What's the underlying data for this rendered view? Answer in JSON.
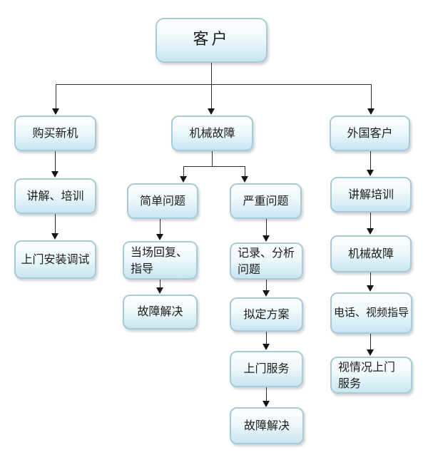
{
  "diagram": {
    "background_color": "#ffffff",
    "node_border_color": "#a6cbd6",
    "node_fill_top": "#fdfeff",
    "node_fill_bottom": "#c8e6f0",
    "connector_color": "#2e2e2e",
    "nodes": {
      "customer": {
        "label": "客户"
      },
      "buy_new_machine": {
        "label": "购买新机"
      },
      "mechanical_failure": {
        "label": "机械故障"
      },
      "foreign_customer": {
        "label": "外国客户"
      },
      "explain_training_left": {
        "label": "讲解、培训"
      },
      "simple_problem": {
        "label": "简单问题"
      },
      "serious_problem": {
        "label": "严重问题"
      },
      "explain_training_right": {
        "label": "讲解培训"
      },
      "onsite_install_debug": {
        "label": "上门安装调试"
      },
      "onsite_reply_guidance": {
        "label": "当场回复、指导"
      },
      "record_analyze_problem": {
        "label": "记录、分析问题"
      },
      "mechanical_failure_right": {
        "label": "机械故障"
      },
      "fault_resolved_left": {
        "label": "故障解决"
      },
      "draft_plan": {
        "label": "拟定方案"
      },
      "phone_video_guidance": {
        "label": "电话、视频指导"
      },
      "onsite_service": {
        "label": "上门服务"
      },
      "situational_onsite_service": {
        "label": "视情况上门服务"
      },
      "fault_resolved_bottom": {
        "label": "故障解决"
      }
    },
    "edges": [
      {
        "from": "客户",
        "to": "购买新机"
      },
      {
        "from": "客户",
        "to": "机械故障"
      },
      {
        "from": "客户",
        "to": "外国客户"
      },
      {
        "from": "购买新机",
        "to": "讲解、培训"
      },
      {
        "from": "讲解、培训",
        "to": "上门安装调试"
      },
      {
        "from": "机械故障",
        "to": "简单问题"
      },
      {
        "from": "机械故障",
        "to": "严重问题"
      },
      {
        "from": "简单问题",
        "to": "当场回复、指导"
      },
      {
        "from": "当场回复、指导",
        "to": "故障解决"
      },
      {
        "from": "严重问题",
        "to": "记录、分析问题"
      },
      {
        "from": "记录、分析问题",
        "to": "拟定方案"
      },
      {
        "from": "拟定方案",
        "to": "上门服务"
      },
      {
        "from": "上门服务",
        "to": "故障解决"
      },
      {
        "from": "外国客户",
        "to": "讲解培训"
      },
      {
        "from": "讲解培训",
        "to": "机械故障"
      },
      {
        "from": "机械故障(外国)",
        "to": "电话、视频指导"
      },
      {
        "from": "电话、视频指导",
        "to": "视情况上门服务"
      }
    ]
  }
}
